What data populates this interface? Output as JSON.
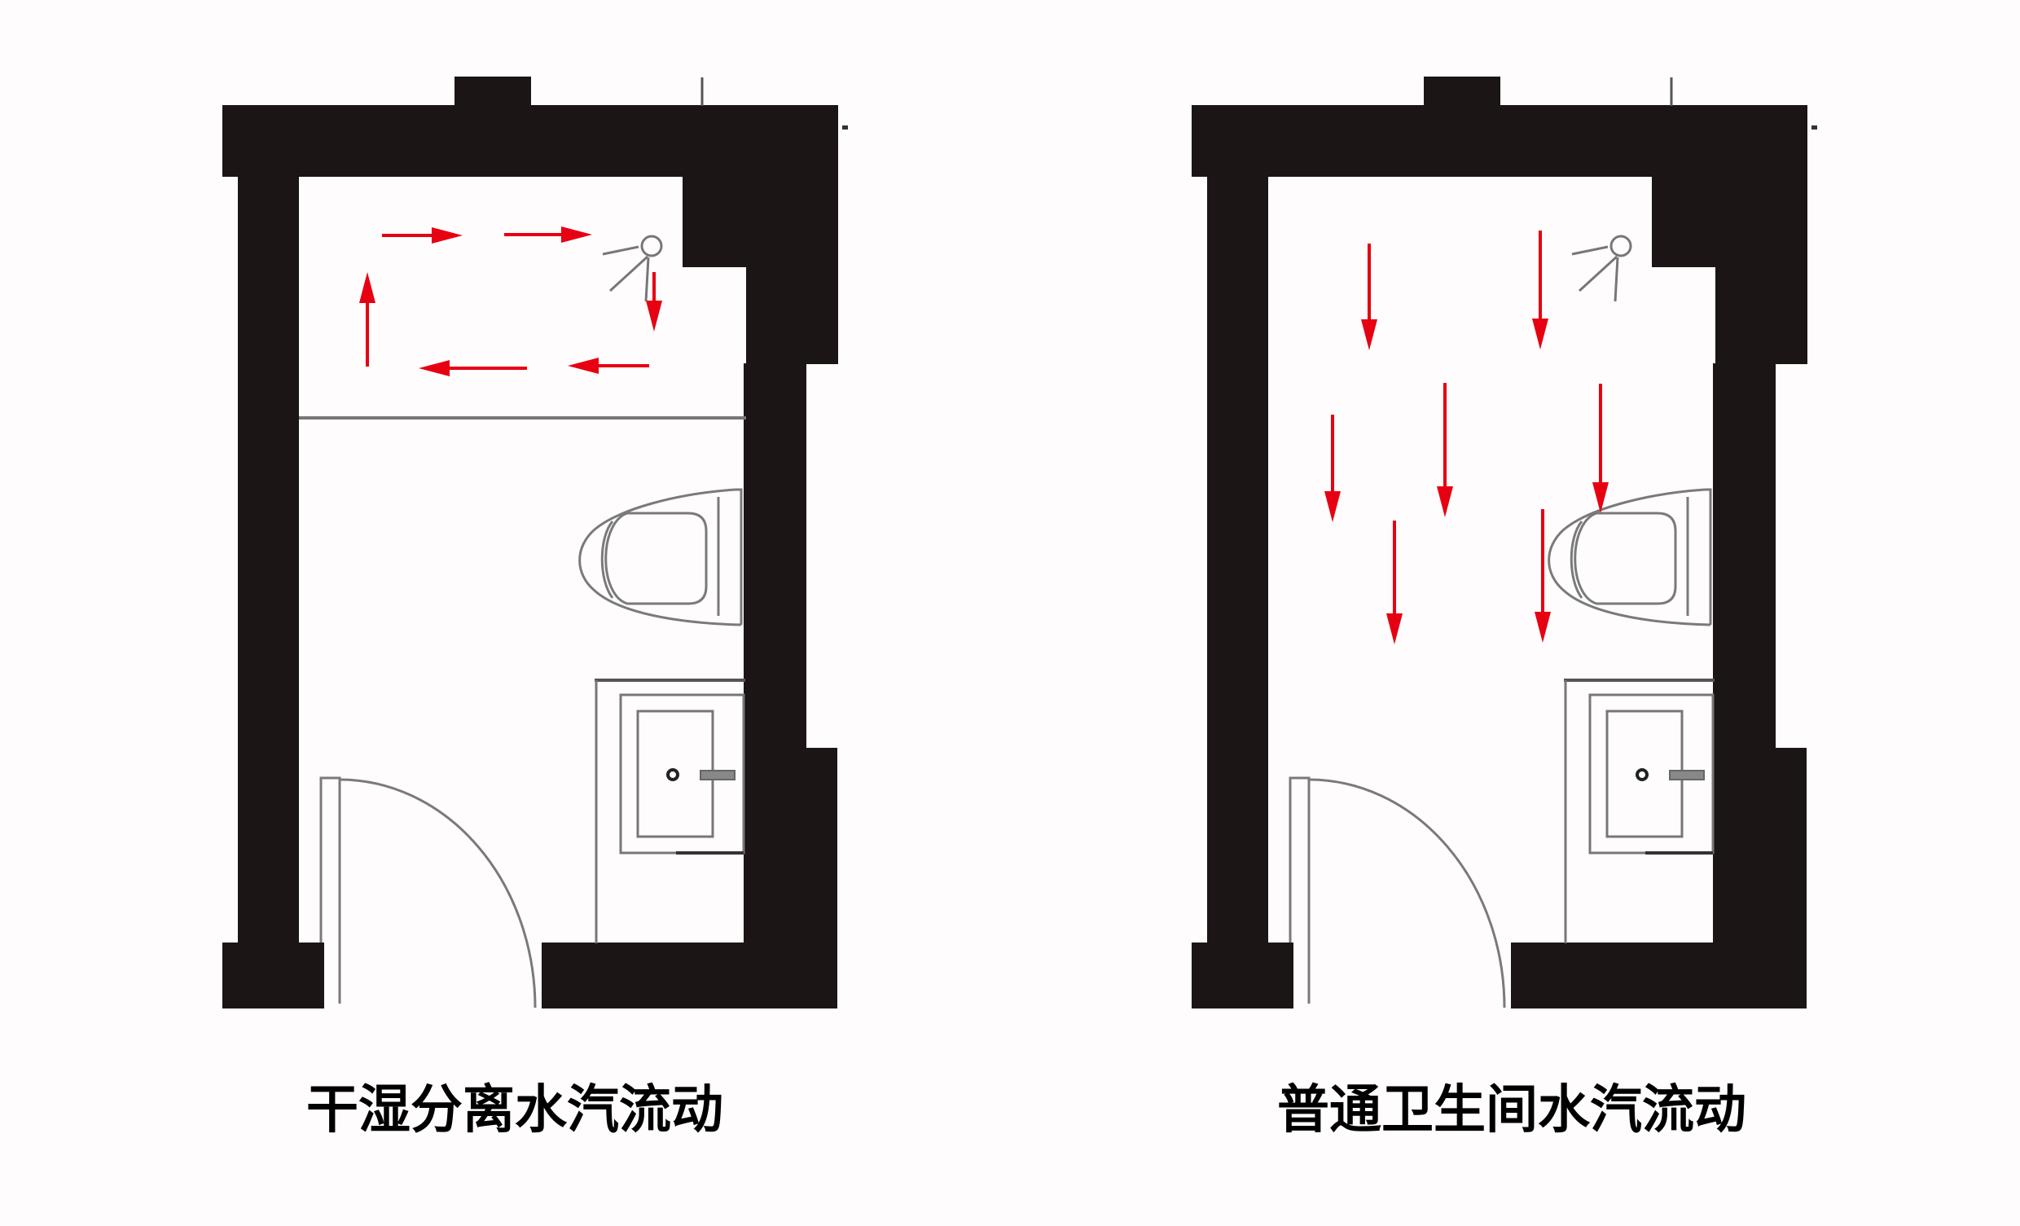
{
  "figure": {
    "description": "Bathroom floor plans comparing water vapor flow",
    "colors": {
      "background": "#fffcfd",
      "wall": "#1b1515",
      "fixture_line": "#7a7a7a",
      "arrow": "#e60012",
      "caption": "#000000"
    }
  },
  "plans": [
    {
      "id": "dry-wet-separation",
      "caption": "干湿分离水汽流动",
      "has_partition": true,
      "flow_pattern": "circulating loop confined to shower area",
      "arrows": [
        {
          "direction": "right"
        },
        {
          "direction": "right"
        },
        {
          "direction": "down"
        },
        {
          "direction": "left"
        },
        {
          "direction": "left"
        },
        {
          "direction": "up"
        }
      ],
      "fixtures": [
        "shower-head",
        "toilet",
        "vanity-sink",
        "swing-door"
      ]
    },
    {
      "id": "ordinary-bathroom",
      "caption": "普通卫生间水汽流动",
      "has_partition": false,
      "flow_pattern": "vapor spreading downward through whole room",
      "arrows": [
        {
          "direction": "down"
        },
        {
          "direction": "down"
        },
        {
          "direction": "down"
        },
        {
          "direction": "down"
        },
        {
          "direction": "down"
        },
        {
          "direction": "down"
        },
        {
          "direction": "down"
        }
      ],
      "fixtures": [
        "shower-head",
        "toilet",
        "vanity-sink",
        "swing-door"
      ]
    }
  ]
}
